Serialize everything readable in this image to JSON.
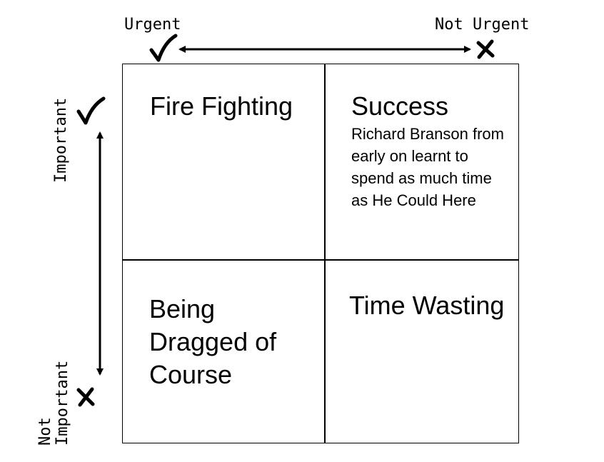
{
  "axes": {
    "urgent": "Urgent",
    "not_urgent": "Not Urgent",
    "important": "Important",
    "not_important_line1": "Not",
    "not_important_line2": "Important"
  },
  "quadrants": {
    "q1": {
      "title": "Fire Fighting"
    },
    "q2": {
      "title": "Success",
      "description": "Richard Branson from early on learnt to spend as much time as He Could Here"
    },
    "q3": {
      "title": "Being Dragged of Course"
    },
    "q4": {
      "title": "Time Wasting"
    }
  }
}
